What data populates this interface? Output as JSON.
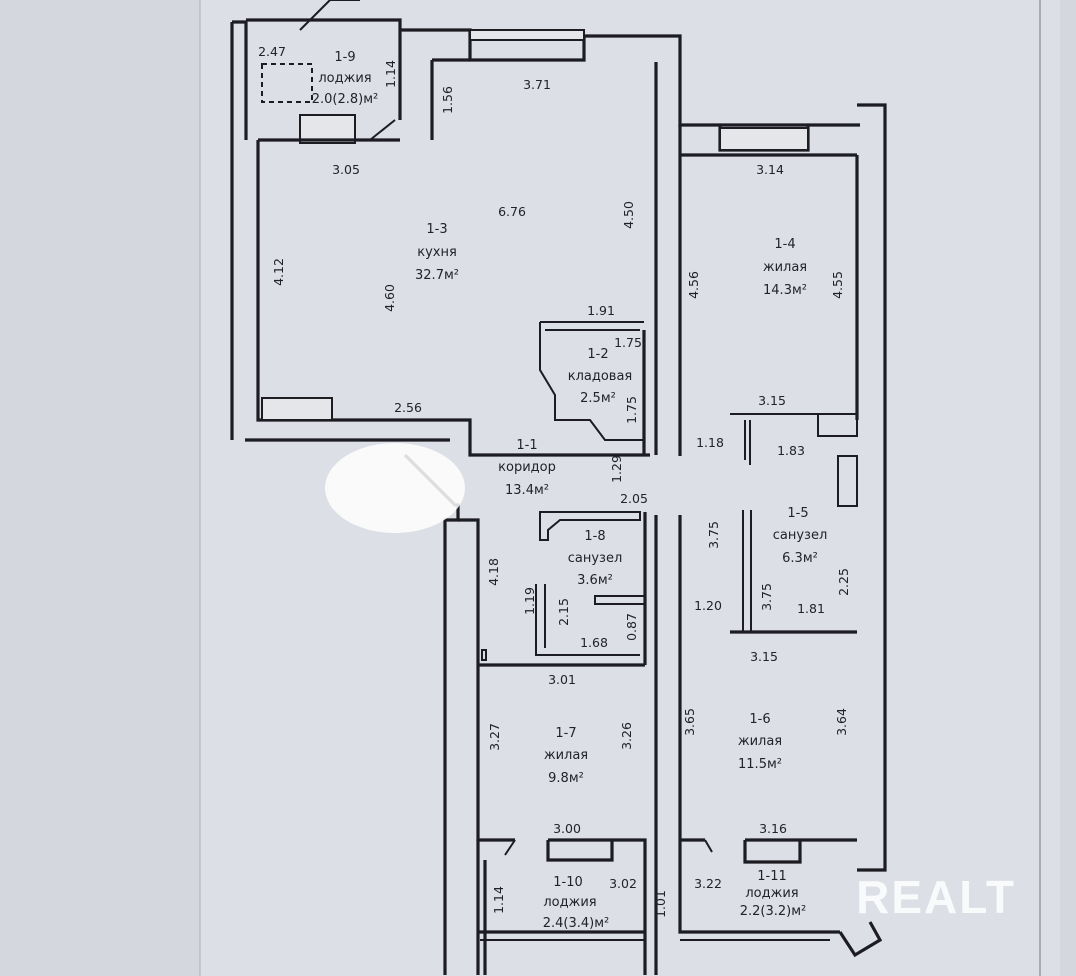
{
  "rooms": [
    {
      "id": "1-1",
      "name": "коридор",
      "area": "13.4м²"
    },
    {
      "id": "1-2",
      "name": "кладовая",
      "area": "2.5м²"
    },
    {
      "id": "1-3",
      "name": "кухня",
      "area": "32.7м²"
    },
    {
      "id": "1-4",
      "name": "жилая",
      "area": "14.3м²"
    },
    {
      "id": "1-5",
      "name": "санузел",
      "area": "6.3м²"
    },
    {
      "id": "1-6",
      "name": "жилая",
      "area": "11.5м²"
    },
    {
      "id": "1-7",
      "name": "жилая",
      "area": "9.8м²"
    },
    {
      "id": "1-8",
      "name": "санузел",
      "area": "3.6м²"
    },
    {
      "id": "1-9",
      "name": "лоджия",
      "area": "2.0(2.8)м²"
    },
    {
      "id": "1-10",
      "name": "лоджия",
      "area": "2.4(3.4)м²"
    },
    {
      "id": "1-11",
      "name": "лоджия",
      "area": "2.2(3.2)м²"
    }
  ],
  "dimensions": {
    "d247": "2.47",
    "d114a": "1.14",
    "d156": "1.56",
    "d371": "3.71",
    "d305": "3.05",
    "d314": "3.14",
    "d676": "6.76",
    "d450": "4.50",
    "d412": "4.12",
    "d460": "4.60",
    "d456": "4.56",
    "d455": "4.55",
    "d191": "1.91",
    "d175a": "1.75",
    "d175b": "1.75",
    "d256": "2.56",
    "d315a": "3.15",
    "d118": "1.18",
    "d183": "1.83",
    "d129": "1.29",
    "d205": "2.05",
    "d375a": "3.75",
    "d375b": "3.75",
    "d225": "2.25",
    "d418": "4.18",
    "d119": "1.19",
    "d215": "2.15",
    "d087": "0.87",
    "d168": "1.68",
    "d120": "1.20",
    "d181": "1.81",
    "d315b": "3.15",
    "d301": "3.01",
    "d326": "3.26",
    "d327": "3.27",
    "d365": "3.65",
    "d364": "3.64",
    "d300": "3.00",
    "d316": "3.16",
    "d114b": "1.14",
    "d302": "3.02",
    "d322": "3.22",
    "d101": "1.01"
  },
  "watermark": "REALT"
}
